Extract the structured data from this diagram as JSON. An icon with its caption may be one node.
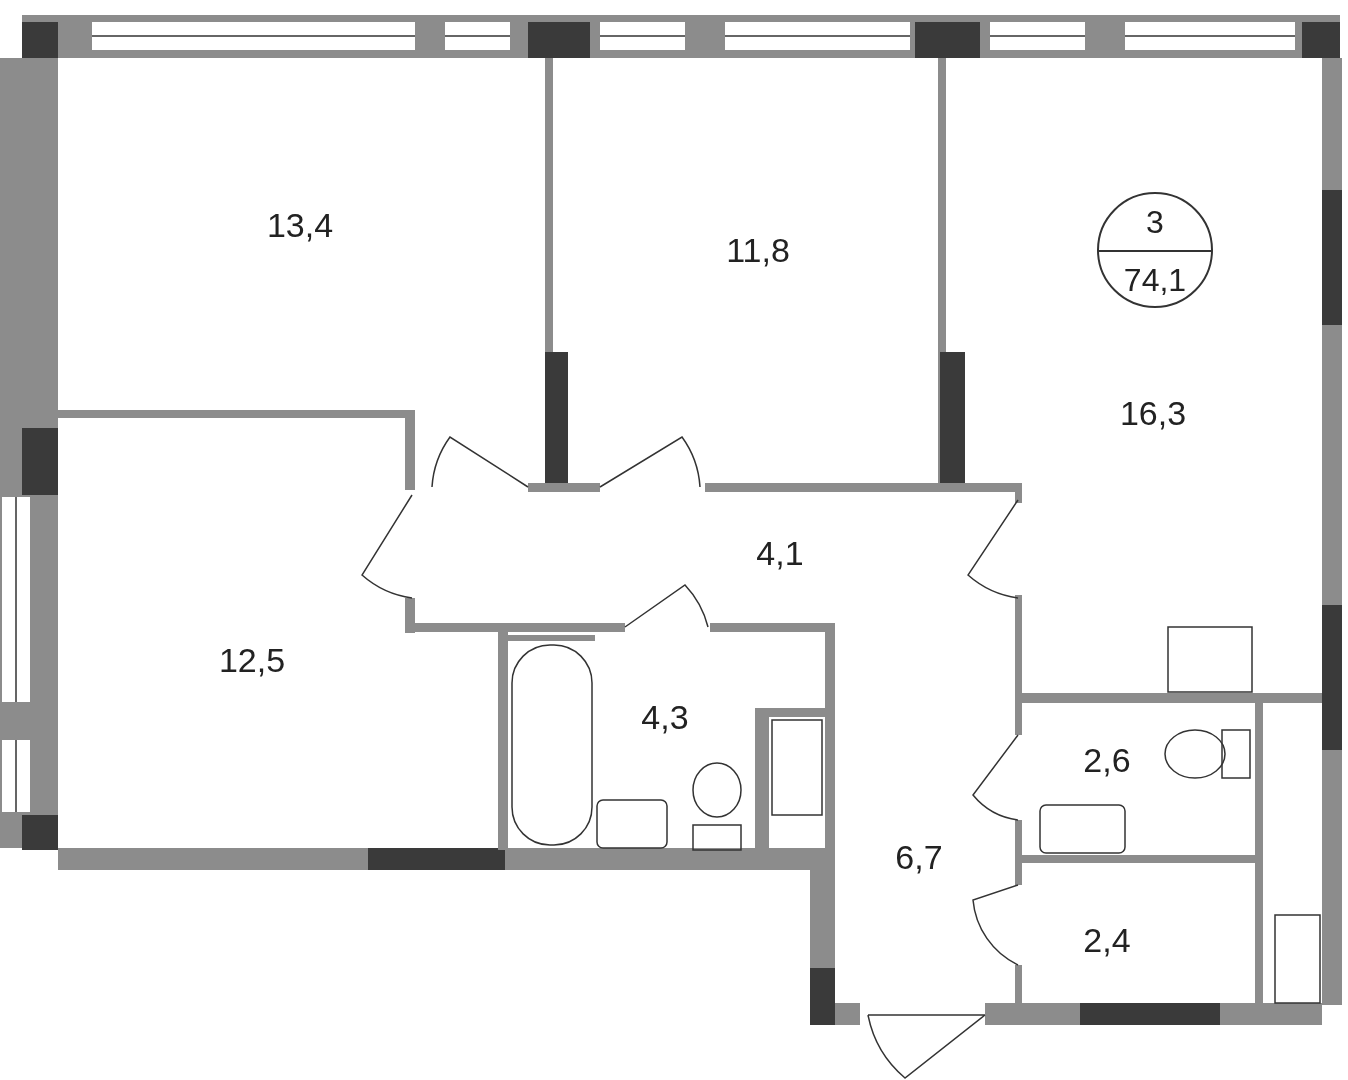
{
  "diagram": {
    "nodes": [
      {
        "text": [
          "13,4"
        ]
      },
      {
        "text": [
          "11,8"
        ]
      },
      {
        "text": [
          "3",
          "74,1"
        ]
      },
      {
        "text": [
          "16,3"
        ]
      },
      {
        "text": [
          "4,1"
        ]
      },
      {
        "text": [
          "12,5"
        ]
      },
      {
        "text": [
          "4,3"
        ]
      },
      {
        "text": [
          "2,6"
        ]
      },
      {
        "text": [
          "6,7"
        ]
      },
      {
        "text": [
          "2,4"
        ]
      }
    ]
  }
}
